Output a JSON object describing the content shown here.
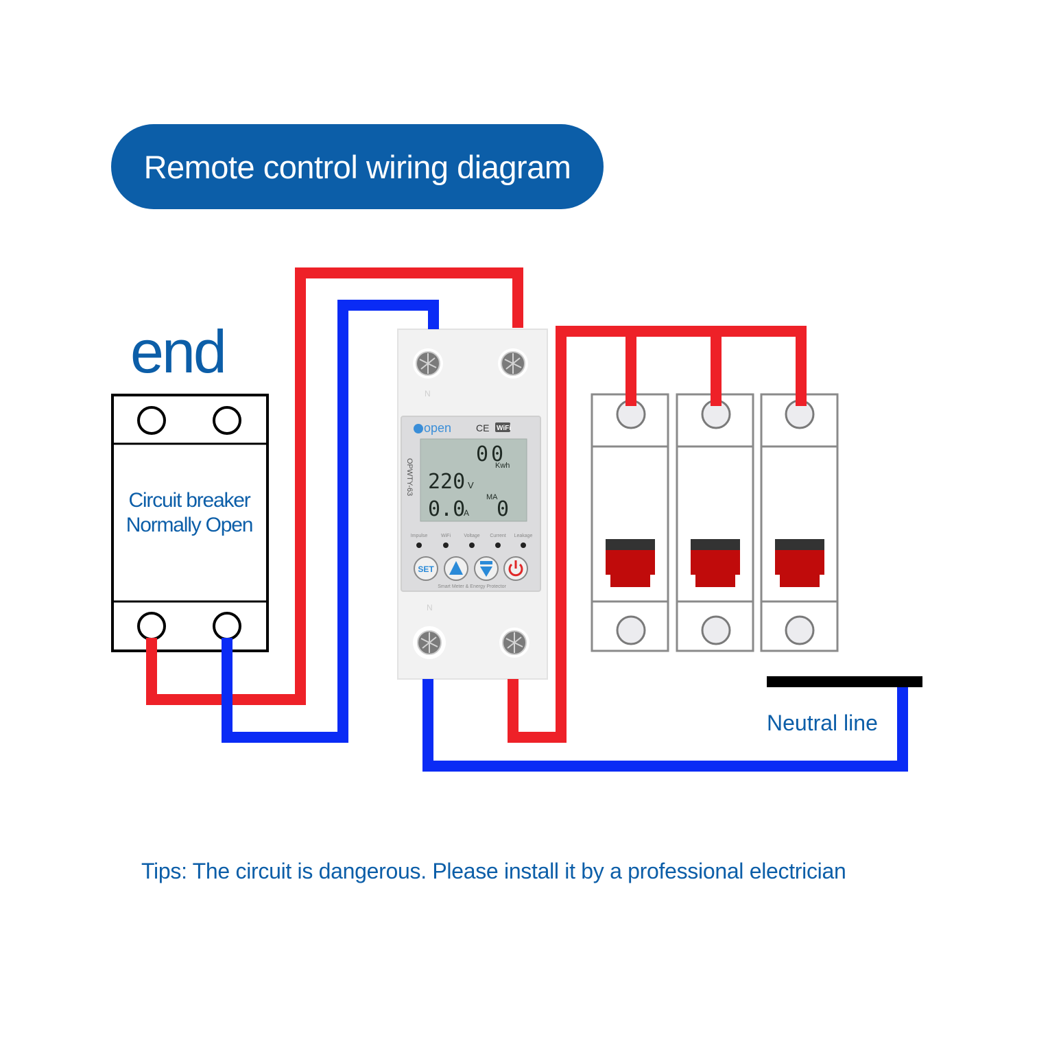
{
  "title": "Remote control wiring diagram",
  "end_label": "end",
  "circuit_breaker": {
    "line1": "Circuit breaker",
    "line2": "Normally Open"
  },
  "device": {
    "brand": "open",
    "ce_mark": "CE",
    "wifi_badge": "WiFi",
    "model": "OPWTY-63",
    "terminal_top_label": "N",
    "terminal_bottom_label": "N",
    "lcd": {
      "energy_value": "00",
      "energy_unit": "Kwh",
      "voltage_value": "220",
      "voltage_unit": "V",
      "current_value": "0.0",
      "current_unit": "A",
      "leakage_unit": "MA",
      "leakage_value": "0"
    },
    "indicators": [
      "Impulse",
      "WiFi",
      "Voltage",
      "Current",
      "Leakage"
    ],
    "buttons": {
      "set": "SET",
      "up": "up",
      "down": "down",
      "power": "power"
    },
    "caption": "Smart Meter & Energy Protector"
  },
  "neutral_label": "Neutral line",
  "tips": "Tips: The circuit is dangerous. Please install it by a professional electrician",
  "colors": {
    "live_wire": "#ee2128",
    "neutral_wire": "#0a2bf5",
    "accent_blue": "#0c5ea8",
    "neutral_bar": "#000000",
    "mcb_toggle": "#c00b0b"
  }
}
